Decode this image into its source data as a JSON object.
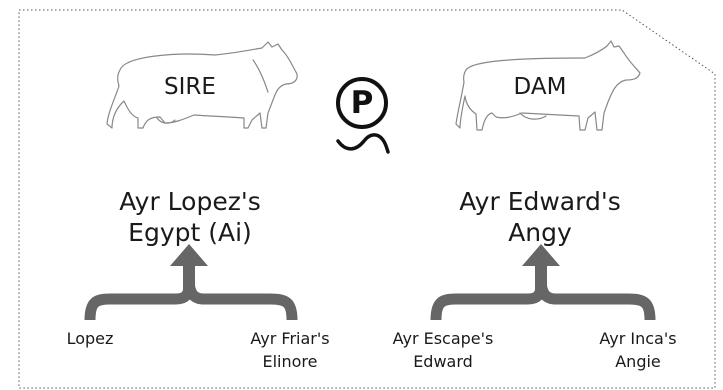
{
  "sire": {
    "tag": "SIRE",
    "name_line1": "Ayr Lopez's",
    "name_line2": "Egypt (Ai)",
    "parent_left": "Lopez",
    "parent_right_line1": "Ayr Friar's",
    "parent_right_line2": "Elinore"
  },
  "dam": {
    "tag": "DAM",
    "name_line1": "Ayr Edward's",
    "name_line2": "Angy",
    "parent_left_line1": "Ayr Escape's",
    "parent_left_line2": "Edward",
    "parent_right_line1": "Ayr Inca's",
    "parent_right_line2": "Angie"
  },
  "center_badge": {
    "letter": "P",
    "icon": "polled-icon"
  },
  "colors": {
    "text": "#1a1a1a",
    "bracket": "#666666",
    "outline": "#888888",
    "border": "#555555"
  }
}
